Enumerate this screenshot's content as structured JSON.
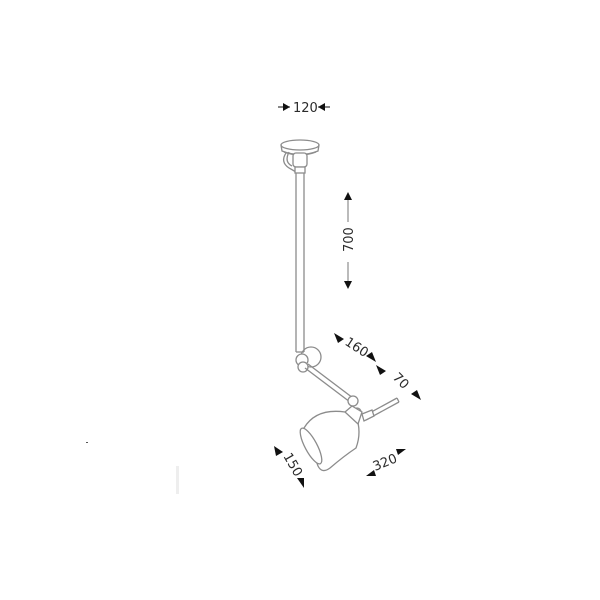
{
  "drawing": {
    "subject": "Ceiling-mounted swing-arm pendant lamp, technical dimension drawing",
    "line_color": "#8c8c8c",
    "text_color": "#2b2b2b",
    "arrow_color": "#111111",
    "background": "#ffffff"
  },
  "dimensions": {
    "canopy_width": "120",
    "rod_length": "700",
    "arm_upper": "160",
    "arm_lower": "70",
    "shade_depth": "320",
    "shade_diameter": "150"
  }
}
